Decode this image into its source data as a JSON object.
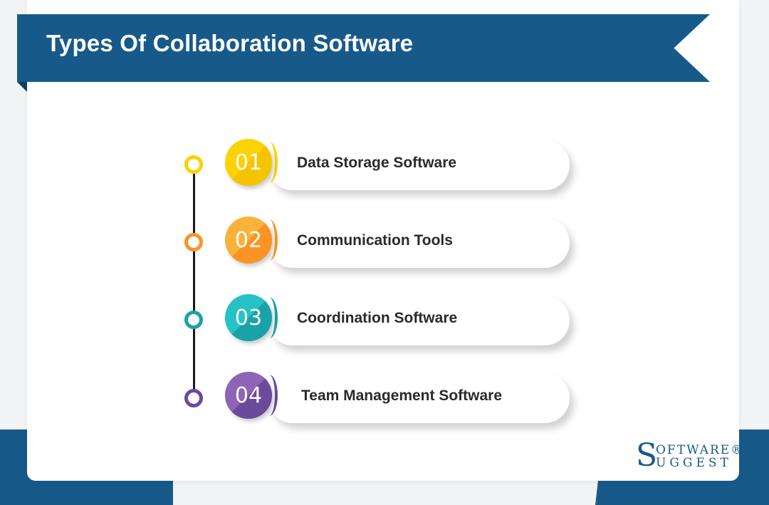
{
  "header": {
    "title": "Types Of Collaboration Software"
  },
  "colors": {
    "brand_blue": "#175a8a",
    "yellow": "#fcd200",
    "orange": "#fb9a25",
    "teal": "#22b3b8",
    "purple": "#7b55a7"
  },
  "items": [
    {
      "number": "01",
      "label": "Data Storage Software",
      "color": "#fcd200",
      "shade": "#f5c400"
    },
    {
      "number": "02",
      "label": "Communication Tools",
      "color": "#fcb23a",
      "shade": "#fb9325"
    },
    {
      "number": "03",
      "label": "Coordination Software",
      "color": "#26c2c6",
      "shade": "#1aa2a8"
    },
    {
      "number": "04",
      "label": "Team Management Software",
      "color": "#8d64b6",
      "shade": "#6a4a9b"
    }
  ],
  "logo": {
    "initial_top": "S",
    "line1": "OFTWARE®",
    "line2": "UGGEST"
  }
}
